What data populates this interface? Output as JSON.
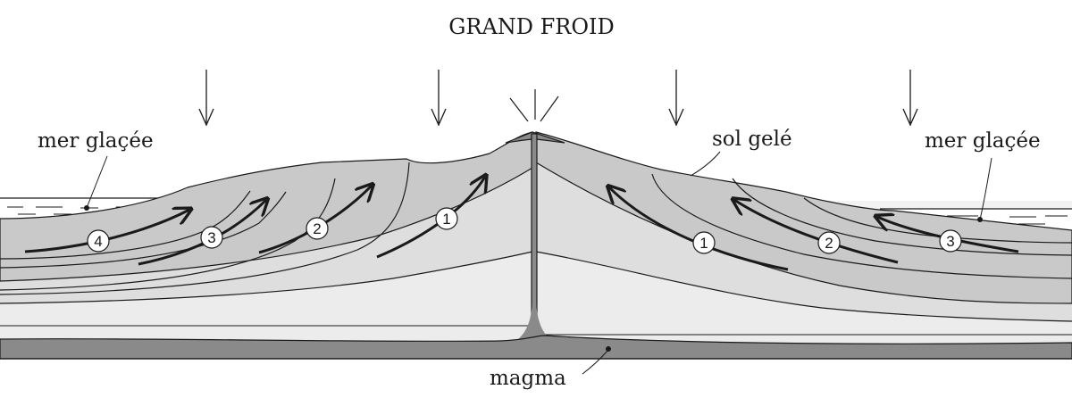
{
  "title": "GRAND FROID",
  "labels": {
    "sea_left": "mer glaçée",
    "sea_right": "mer glaçée",
    "frozen_ground": "sol gelé",
    "magma": "magma"
  },
  "flow_arrows": {
    "left": [
      "4",
      "3",
      "2",
      "1"
    ],
    "right": [
      "1",
      "2",
      "3"
    ]
  },
  "colors": {
    "crust_light": "#efefef",
    "crust_mid": "#dcdcdc",
    "crust_dark": "#c8c8c8",
    "magma": "#8a8a8a",
    "outline": "#1a1a1a"
  }
}
